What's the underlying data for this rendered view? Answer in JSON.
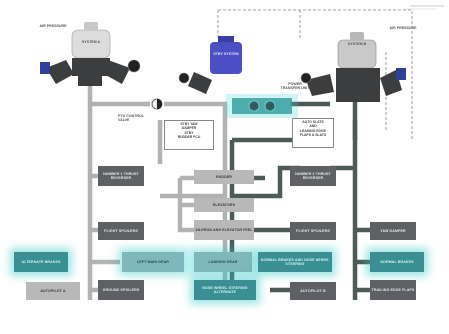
{
  "labels": {
    "air_pressure_left": "AIR PRESSURE",
    "system_a": "SYSTEM A",
    "stby_system": "STBY SYSTEM",
    "system_b": "SYSTEM B",
    "air_pressure_right": "AIR PRESSURE",
    "ptu_control_valve": "PTU CONTROL VALVE",
    "power_transfer_unit": "POWER TRANSFER UNIT",
    "stby_note": [
      "STBY YAW",
      "DAMPER",
      "STBY",
      "RUDDER PCU"
    ],
    "b_sys_note": [
      "AUTO SLATS",
      "AND",
      "LEADING EDGE",
      "FLAPS & SLATS"
    ]
  },
  "boxes": {
    "thrust_rev_1": "NUMBER 1 THRUST REVERSER",
    "rudder": "RUDDER",
    "elevators": "ELEVATORS",
    "aileron_pcu": "AILERON AND ELEVATOR FEEL",
    "thrust_rev_2": "NUMBER 2 THRUST REVERSER",
    "flight_spoilers_left": "FLIGHT SPOILERS",
    "flight_spoilers_right": "FLIGHT SPOILERS",
    "yaw_damper": "YAW DAMPER",
    "alternate_brakes": "ALTERNATE BRAKES",
    "left_nose_gear": "LEFT MAIN GEAR",
    "landing_gear": "LANDING GEAR",
    "main_brakes": "NORMAL BRAKES AND NOSE WHEEL STEERING",
    "normal_brakes": "NORMAL BRAKES",
    "autopilot_a": "AUTOPILOT A",
    "ground_spoilers": "GROUND SPOILERS",
    "nose_wheel_steering": "NOSE WHEEL STEERING ALTERNATE",
    "autopilot_b": "AUTOPILOT B",
    "trailing_edge_flaps": "TRAILING EDGE FLAPS"
  },
  "colors": {
    "line_a": "#b0b2b3",
    "line_b": "#4d5a57",
    "pump_dark": "#3b3d3f",
    "reservoir_light": "#dcdcdc",
    "stby_reservoir": "#4a4fc4",
    "highlight": "#3a8f92",
    "pump_blue": "#2f3f9a"
  }
}
